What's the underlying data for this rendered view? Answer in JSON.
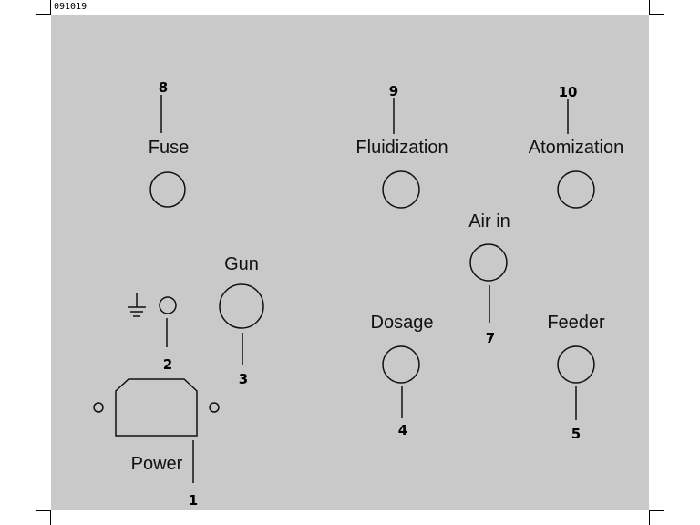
{
  "doc_code": "091019",
  "colors": {
    "panel": "#c9c9c9",
    "line": "#111111",
    "background": "#ffffff"
  },
  "icons": {
    "ground": "ground-symbol-icon"
  },
  "labels": {
    "fuse": "Fuse",
    "fluidization": "Fluidization",
    "atomization": "Atomization",
    "air_in": "Air in",
    "gun": "Gun",
    "dosage": "Dosage",
    "feeder": "Feeder",
    "power": "Power"
  },
  "numbers": {
    "power": "1",
    "ground": "2",
    "gun": "3",
    "dosage": "4",
    "feeder": "5",
    "air_in": "7",
    "fuse": "8",
    "fluidization": "9",
    "atomization": "10"
  }
}
